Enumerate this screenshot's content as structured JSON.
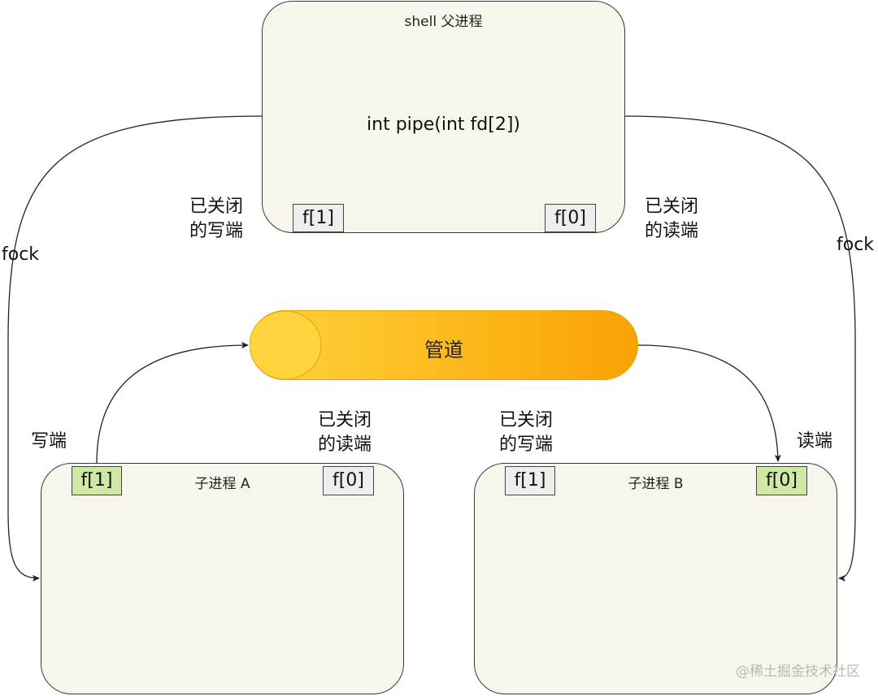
{
  "parent": {
    "title": "shell 父进程",
    "function": "int pipe(int fd[2])",
    "fd_write": "f[1]",
    "fd_read": "f[0]",
    "left_note_line1": "已关闭",
    "left_note_line2": "的写端",
    "right_note_line1": "已关闭",
    "right_note_line2": "的读端"
  },
  "fork_left": "fock",
  "fork_right": "fock",
  "pipe": {
    "label": "管道"
  },
  "child_a": {
    "title": "子进程 A",
    "fd_write": "f[1]",
    "fd_read": "f[0]",
    "write_end_label": "写端",
    "closed_note_line1": "已关闭",
    "closed_note_line2": "的读端"
  },
  "child_b": {
    "title": "子进程 B",
    "fd_write": "f[1]",
    "fd_read": "f[0]",
    "read_end_label": "读端",
    "closed_note_line1": "已关闭",
    "closed_note_line2": "的写端"
  },
  "watermark": "@稀土掘金技术社区",
  "colors": {
    "box_fill": "#f8f6ec",
    "fd_active": "#cfe8a3",
    "fd_closed": "#eeeeef",
    "pipe_start": "#ffd23f",
    "pipe_end": "#f9a203"
  }
}
